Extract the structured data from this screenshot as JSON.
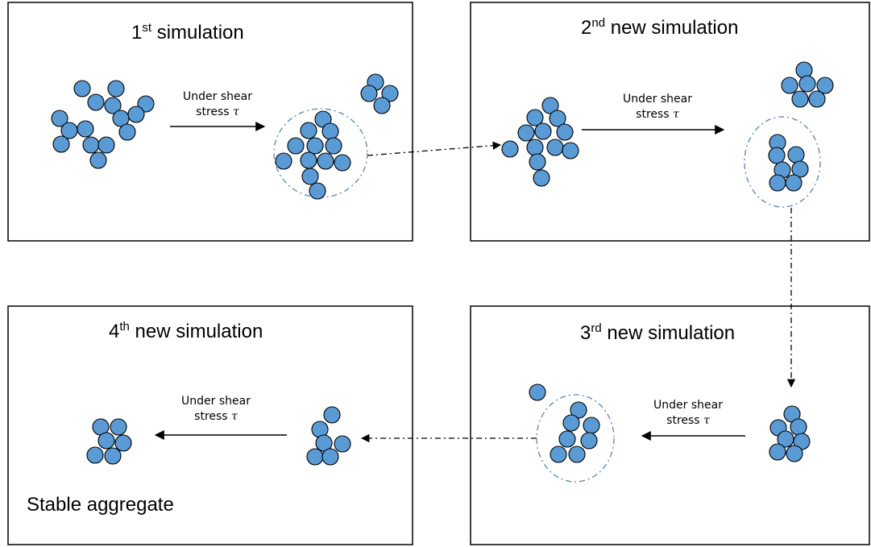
{
  "panels": [
    {
      "number": "1",
      "suffix": "st",
      "title_text": " simulation"
    },
    {
      "number": "2",
      "suffix": "nd",
      "title_text": " new simulation"
    },
    {
      "number": "3",
      "suffix": "rd",
      "title_text": " new simulation"
    },
    {
      "number": "4",
      "suffix": "th",
      "title_text": " new simulation"
    }
  ],
  "arrow_label": {
    "line1": "Under shear",
    "line2": "stress ",
    "symbol": "τ"
  },
  "caption": "Stable aggregate",
  "colors": {
    "particle_fill": "#5b9bd5",
    "particle_stroke": "#000000",
    "dashed_circle": "#5a82b4",
    "box_stroke": "#000000"
  }
}
